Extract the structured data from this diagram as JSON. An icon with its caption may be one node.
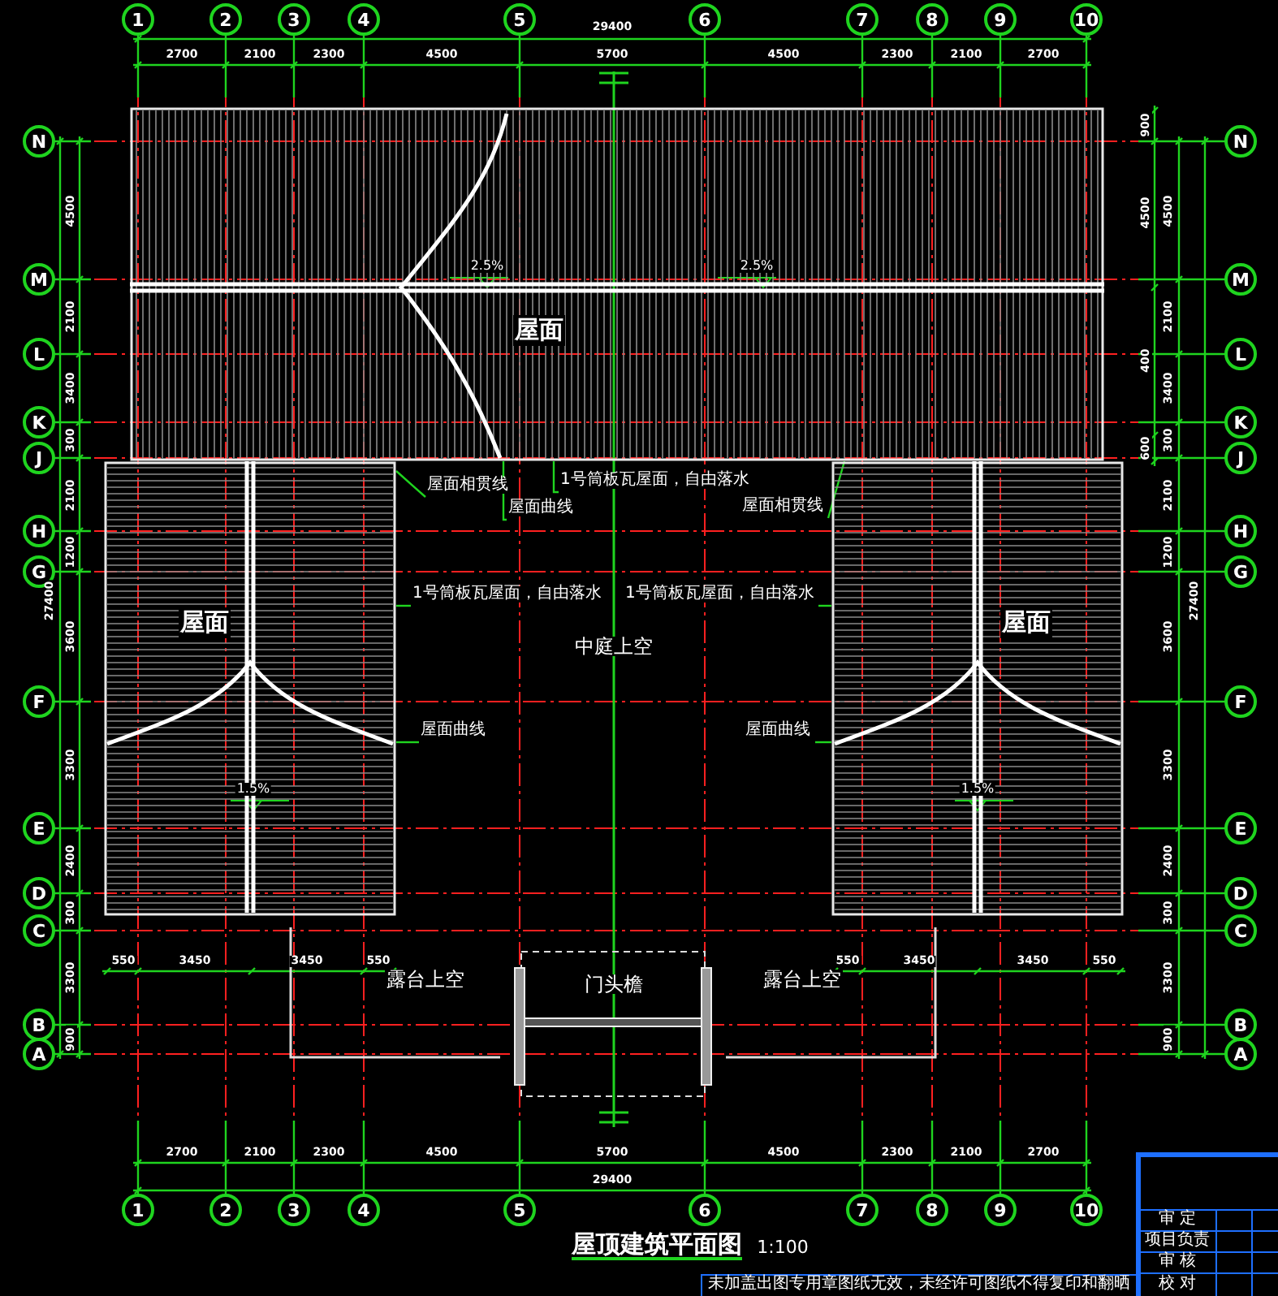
{
  "diagram": {
    "title": "屋顶建筑平面图",
    "nodes": [
      {
        "text": [
          "屋面"
        ]
      },
      {
        "text": [
          "屋面"
        ]
      },
      {
        "text": [
          "屋面"
        ]
      },
      {
        "text": [
          "屋面相贯线"
        ]
      },
      {
        "text": [
          "屋面曲线"
        ]
      },
      {
        "text": [
          "1号筒板瓦屋面，自由落水"
        ]
      },
      {
        "text": [
          "屋面相贯线"
        ]
      },
      {
        "text": [
          "1号筒板瓦屋面，自由落水"
        ]
      },
      {
        "text": [
          "1号筒板瓦屋面，自由落水"
        ]
      },
      {
        "text": [
          "屋面曲线"
        ]
      },
      {
        "text": [
          "屋面曲线"
        ]
      },
      {
        "text": [
          "门头檐"
        ]
      },
      {
        "text": [
          "1"
        ]
      },
      {
        "text": [
          "2"
        ]
      },
      {
        "text": [
          "3"
        ]
      },
      {
        "text": [
          "4"
        ]
      },
      {
        "text": [
          "5"
        ]
      },
      {
        "text": [
          "6"
        ]
      },
      {
        "text": [
          "7"
        ]
      },
      {
        "text": [
          "8"
        ]
      },
      {
        "text": [
          "9"
        ]
      },
      {
        "text": [
          "10"
        ]
      },
      {
        "text": [
          "1"
        ]
      },
      {
        "text": [
          "2"
        ]
      },
      {
        "text": [
          "3"
        ]
      },
      {
        "text": [
          "4"
        ]
      },
      {
        "text": [
          "5"
        ]
      },
      {
        "text": [
          "6"
        ]
      },
      {
        "text": [
          "7"
        ]
      },
      {
        "text": [
          "8"
        ]
      },
      {
        "text": [
          "9"
        ]
      },
      {
        "text": [
          "10"
        ]
      },
      {
        "text": [
          "N"
        ]
      },
      {
        "text": [
          "M"
        ]
      },
      {
        "text": [
          "L"
        ]
      },
      {
        "text": [
          "K"
        ]
      },
      {
        "text": [
          "J"
        ]
      },
      {
        "text": [
          "H"
        ]
      },
      {
        "text": [
          "G"
        ]
      },
      {
        "text": [
          "F"
        ]
      },
      {
        "text": [
          "E"
        ]
      },
      {
        "text": [
          "D"
        ]
      },
      {
        "text": [
          "C"
        ]
      },
      {
        "text": [
          "B"
        ]
      },
      {
        "text": [
          "A"
        ]
      },
      {
        "text": [
          "N"
        ]
      },
      {
        "text": [
          "M"
        ]
      },
      {
        "text": [
          "L"
        ]
      },
      {
        "text": [
          "K"
        ]
      },
      {
        "text": [
          "J"
        ]
      },
      {
        "text": [
          "H"
        ]
      },
      {
        "text": [
          "G"
        ]
      },
      {
        "text": [
          "F"
        ]
      },
      {
        "text": [
          "E"
        ]
      },
      {
        "text": [
          "D"
        ]
      },
      {
        "text": [
          "C"
        ]
      },
      {
        "text": [
          "B"
        ]
      },
      {
        "text": [
          "A"
        ]
      }
    ],
    "edges": [
      {
        "from": 3,
        "to": 1,
        "arrow": "none"
      },
      {
        "from": 4,
        "to": 0,
        "arrow": "none"
      },
      {
        "from": 5,
        "to": 0,
        "arrow": "none"
      },
      {
        "from": 6,
        "to": 2,
        "arrow": "none"
      },
      {
        "from": 7,
        "to": 1,
        "arrow": "none"
      },
      {
        "from": 8,
        "to": 2,
        "arrow": "none"
      },
      {
        "from": 9,
        "to": 1,
        "arrow": "none"
      },
      {
        "from": 10,
        "to": 2,
        "arrow": "none"
      }
    ],
    "labels": [
      "29400",
      "2700",
      "2100",
      "2300",
      "4500",
      "5700",
      "4500",
      "2300",
      "2100",
      "2700",
      "4500",
      "2100",
      "3400",
      "300",
      "2100",
      "1200",
      "3600",
      "3300",
      "2400",
      "300",
      "3300",
      "900",
      "27400",
      "900",
      "4500",
      "400",
      "600",
      "4500",
      "2100",
      "3400",
      "300",
      "2100",
      "1200",
      "3600",
      "3300",
      "2400",
      "300",
      "3300",
      "900",
      "27400",
      "2.5%",
      "2.5%",
      "1.5%",
      "1.5%",
      "中庭上空",
      "露台上空",
      "露台上空",
      "550",
      "3450",
      "3450",
      "550",
      "550",
      "3450",
      "3450",
      "550",
      "2700",
      "2100",
      "2300",
      "4500",
      "5700",
      "4500",
      "2300",
      "2100",
      "2700",
      "29400",
      "审 定",
      "项目负责",
      "1:100",
      "审 核",
      "未加盖出图专用章图纸无效，未经许可图纸不得复印和翻晒",
      "校 对"
    ]
  }
}
